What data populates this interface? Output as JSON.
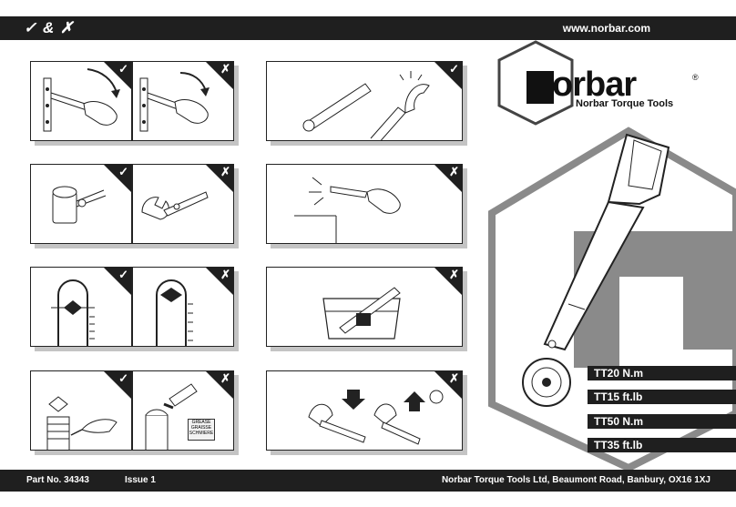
{
  "header": {
    "title": "✓ & ✗",
    "url": "www.norbar.com"
  },
  "footer": {
    "part_no": "Part No. 34343",
    "issue": "Issue 1",
    "address": "Norbar Torque Tools Ltd, Beaumont Road, Banbury, OX16 1XJ"
  },
  "brand": {
    "name": "orbar",
    "registered": "®",
    "tagline": "Norbar Torque Tools"
  },
  "symbols": {
    "tick": "✓",
    "cross": "✗"
  },
  "sticker": {
    "line1": "GREASE",
    "line2": "GRAISSE",
    "line3": "SCHMIERE"
  },
  "models": [
    "TT20 N.m",
    "TT15 ft.lb",
    "TT50 N.m",
    "TT35 ft.lb"
  ],
  "colors": {
    "bar": "#1f1f1f",
    "hexagon": "#8a8a8a",
    "wrench_body": "#ffffff"
  }
}
